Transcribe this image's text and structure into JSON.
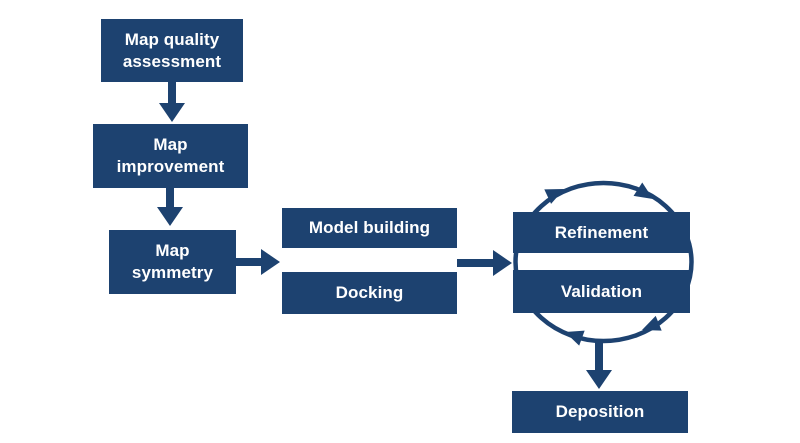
{
  "diagram": {
    "nodes": {
      "map_quality_assessment": {
        "label": "Map quality\nassessment"
      },
      "map_improvement": {
        "label": "Map\nimprovement"
      },
      "map_symmetry": {
        "label": "Map\nsymmetry"
      },
      "model_building": {
        "label": "Model building"
      },
      "docking": {
        "label": "Docking"
      },
      "refinement": {
        "label": "Refinement"
      },
      "validation": {
        "label": "Validation"
      },
      "deposition": {
        "label": "Deposition"
      }
    },
    "edges": [
      {
        "from": "map_quality_assessment",
        "to": "map_improvement",
        "type": "block-arrow-down"
      },
      {
        "from": "map_improvement",
        "to": "map_symmetry",
        "type": "block-arrow-down"
      },
      {
        "from": "map_symmetry",
        "to": "model_building_docking_group",
        "type": "block-arrow-right"
      },
      {
        "from": "model_building_docking_group",
        "to": "refinement_validation_cycle",
        "type": "block-arrow-right"
      },
      {
        "from": "refinement_validation_cycle",
        "to": "deposition",
        "type": "block-arrow-down"
      }
    ],
    "cycle": {
      "members": [
        "refinement",
        "validation"
      ],
      "shape": "ellipse-ring",
      "direction": "clockwise",
      "arrowhead_count": 4
    },
    "colors": {
      "node_fill": "#1d4270",
      "node_text": "#ffffff",
      "arrow": "#1d4270",
      "background": "#ffffff"
    }
  }
}
